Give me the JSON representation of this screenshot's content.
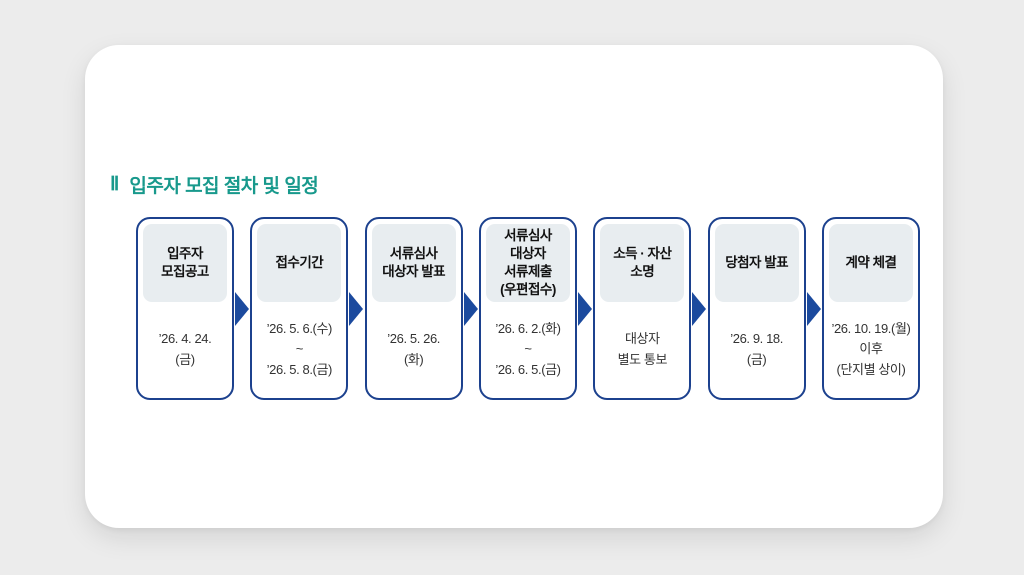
{
  "page": {
    "background_color": "#ECECEC",
    "card_color": "#FFFFFF"
  },
  "heading": {
    "numeral": "Ⅱ",
    "text": "입주자 모집 절차 및 일정",
    "color": "#18998C"
  },
  "colors": {
    "box_border": "#1C418E",
    "arrow": "#1B4A9E",
    "step_header_bg": "#E8EDF0",
    "step_title_text": "#111111",
    "step_date_text": "#333333"
  },
  "steps": [
    {
      "title_lines": [
        "입주자",
        "모집공고"
      ],
      "date_lines": [
        "’26. 4. 24.",
        "(금)"
      ]
    },
    {
      "title_lines": [
        "접수기간"
      ],
      "date_lines": [
        "’26. 5. 6.(수)",
        "~",
        "’26. 5. 8.(금)"
      ]
    },
    {
      "title_lines": [
        "서류심사",
        "대상자 발표"
      ],
      "date_lines": [
        "’26. 5. 26.",
        "(화)"
      ]
    },
    {
      "title_lines": [
        "서류심사",
        "대상자",
        "서류제출",
        "(우편접수)"
      ],
      "date_lines": [
        "’26. 6. 2.(화)",
        "~",
        "’26. 6. 5.(금)"
      ]
    },
    {
      "title_lines": [
        "소득 · 자산",
        "소명"
      ],
      "date_lines": [
        "대상자",
        "별도 통보"
      ]
    },
    {
      "title_lines": [
        "당첨자 발표"
      ],
      "date_lines": [
        "’26. 9. 18.",
        "(금)"
      ]
    },
    {
      "title_lines": [
        "계약 체결"
      ],
      "date_lines": [
        "’26. 10. 19.(월)",
        "이후",
        "(단지별 상이)"
      ]
    }
  ]
}
